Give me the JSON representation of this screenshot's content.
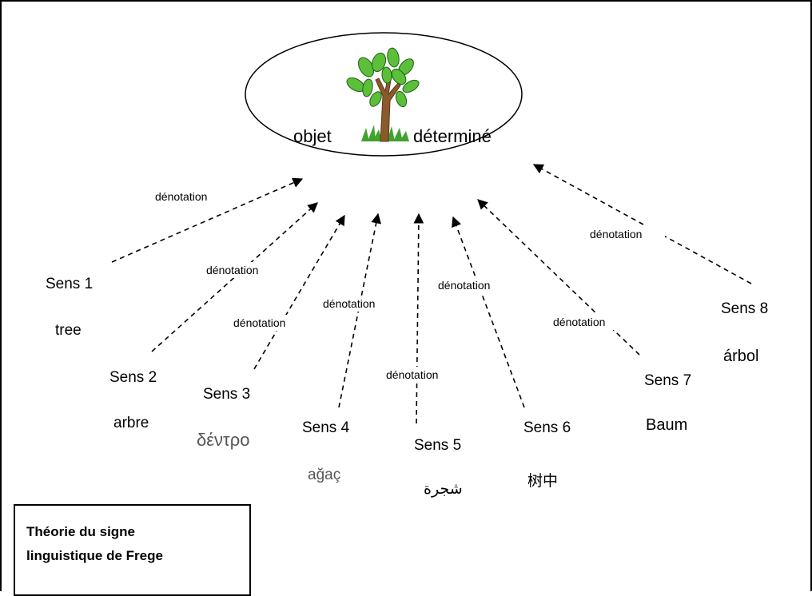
{
  "center": {
    "left_word": "objet",
    "right_word": "déterminé",
    "icon": "tree-icon"
  },
  "relation_label": "dénotation",
  "senses": [
    {
      "sense": "Sens 1",
      "word": "tree"
    },
    {
      "sense": "Sens 2",
      "word": "arbre"
    },
    {
      "sense": "Sens 3",
      "word": "δέντρο"
    },
    {
      "sense": "Sens 4",
      "word": "ağaç"
    },
    {
      "sense": "Sens 5",
      "word": "شجرة"
    },
    {
      "sense": "Sens 6",
      "word": "树中"
    },
    {
      "sense": "Sens 7",
      "word": "Baum"
    },
    {
      "sense": "Sens 8",
      "word": "árbol"
    }
  ],
  "caption": {
    "line1": "Théorie du signe",
    "line2": "linguistique de Frege"
  },
  "colors": {
    "line": "#000000",
    "leaf": "#5bbf3a",
    "leaf_dark": "#2e7d1f",
    "trunk": "#8b5a2b",
    "grass": "#3fa32e",
    "foreign_word": "#555555"
  }
}
